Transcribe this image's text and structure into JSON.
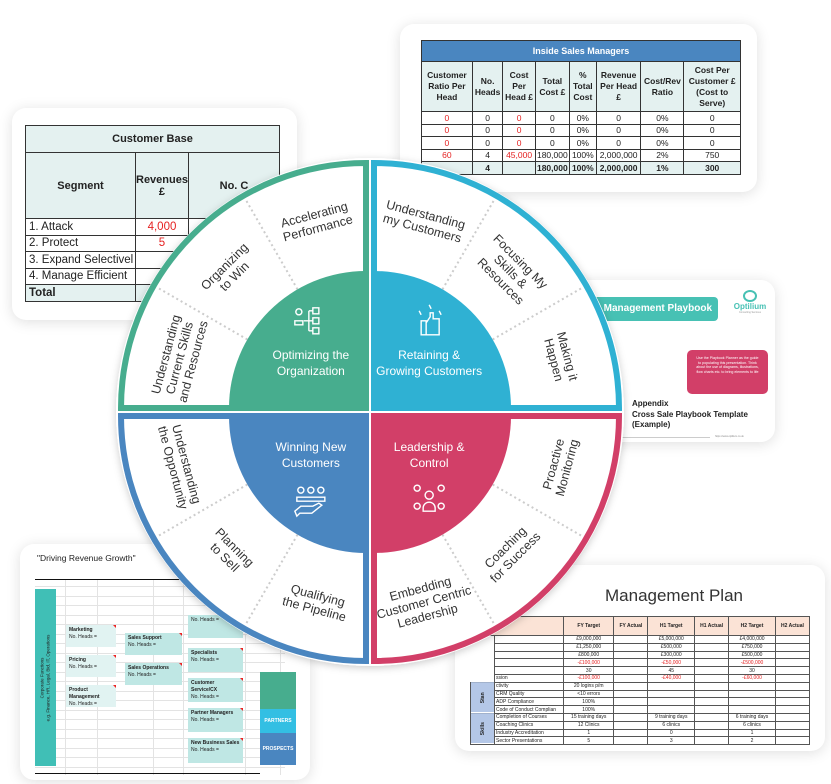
{
  "inside_sales": {
    "title": "Inside Sales Managers",
    "headers": [
      "Customer Ratio Per Head",
      "No. Heads",
      "Cost Per Head £",
      "Total Cost £",
      "% Total Cost",
      "Revenue Per Head £",
      "Cost/Rev Ratio",
      "Cost Per Customer £ (Cost to Serve)"
    ],
    "rows": [
      [
        "0",
        "0",
        "0",
        "0",
        "0%",
        "0",
        "0%",
        "0"
      ],
      [
        "0",
        "0",
        "0",
        "0",
        "0%",
        "0",
        "0%",
        "0"
      ],
      [
        "0",
        "0",
        "0",
        "0",
        "0%",
        "0",
        "0%",
        "0"
      ],
      [
        "60",
        "4",
        "45,000",
        "180,000",
        "100%",
        "2,000,000",
        "2%",
        "750"
      ]
    ],
    "total": [
      "",
      "4",
      "",
      "180,000",
      "100%",
      "2,000,000",
      "1%",
      "300"
    ]
  },
  "customer_base": {
    "title": "Customer Base",
    "headers": [
      "Segment",
      "Revenues £",
      "No. C"
    ],
    "rows": [
      [
        "1. Attack",
        "4,000"
      ],
      [
        "2. Protect",
        "5"
      ],
      [
        "3. Expand Selectivel",
        ""
      ],
      [
        "4. Manage Efficient",
        ""
      ]
    ],
    "total_label": "Total"
  },
  "playbook": {
    "banner": "Management Playbook",
    "logo": "Optilium",
    "logo_sub": "Consulting Services",
    "note": "Use the Playbook Planner as the guide to populating this presentation. Think about the use of diagrams, illustrations, flow charts etc. to bring elements to life",
    "appendix": "Appendix",
    "template": "Cross Sale Playbook Template (Example)",
    "url": "https://www.optilium.co.uk"
  },
  "plan": {
    "title": "Management Plan",
    "headers": [
      "",
      "FY Target",
      "FY Actual",
      "H1 Target",
      "H1 Actual",
      "H2 Target",
      "H2 Actual"
    ],
    "rows": [
      [
        "",
        "£9,000,000",
        "",
        "£5,000,000",
        "",
        "£4,000,000",
        ""
      ],
      [
        "",
        "£1,250,000",
        "",
        "£500,000",
        "",
        "£750,000",
        ""
      ],
      [
        "",
        "£800,000",
        "",
        "£300,000",
        "",
        "£500,000",
        ""
      ],
      [
        "",
        "-£100,000",
        "",
        "-£50,000",
        "",
        "-£500,000",
        ""
      ],
      [
        "",
        "30",
        "",
        "45",
        "",
        "30",
        ""
      ],
      [
        "ssion",
        "-£100,000",
        "",
        "-£40,000",
        "",
        "-£60,000",
        ""
      ],
      [
        "ctivity",
        "20 logins p/m",
        "",
        "",
        "",
        "",
        ""
      ],
      [
        "CRM Quality",
        "<10 errors",
        "",
        "",
        "",
        "",
        ""
      ],
      [
        "ADP Compliance",
        "100%",
        "",
        "",
        "",
        "",
        ""
      ],
      [
        "Code of Conduct Complian",
        "100%",
        "",
        "",
        "",
        "",
        ""
      ],
      [
        "Completion of Courses",
        "15 training days",
        "",
        "9 training days",
        "",
        "6 training days",
        ""
      ],
      [
        "Coaching Clinics",
        "12 Clinics",
        "",
        "6 clinics",
        "",
        "6 clinics",
        ""
      ],
      [
        "Industry Accreditation",
        "1",
        "",
        "0",
        "",
        "1",
        ""
      ],
      [
        "Sector Presentations",
        "5",
        "",
        "3",
        "",
        "2",
        ""
      ]
    ],
    "groups": [
      "Stan",
      "Skills"
    ]
  },
  "org": {
    "title": "\"Driving Revenue Growth\"",
    "side_title": "Corporate Functions",
    "side_sub": "e.g. Finance, HR, Legal, Bid, IT, Operations",
    "heads": "No. Heads =",
    "boxes": [
      "Marketing",
      "Pricing",
      "Product Management",
      "Sales Support",
      "Sales Operations",
      "",
      "Specialists",
      "Customer Service/CX",
      "Partner Managers",
      "New Business  Sales"
    ],
    "bands": [
      "PARTNERS",
      "PROSPECTS"
    ]
  },
  "wheel": {
    "colors": {
      "green": "#47ad8e",
      "cyan": "#2fb1d3",
      "blue": "#4a86c0",
      "pink": "#d23f68"
    },
    "quadrants": [
      {
        "title": [
          "Optimizing the",
          "Organization"
        ],
        "icon": "org-chart-icon",
        "segments": [
          [
            "Understanding",
            "Current Skills",
            "and Resources"
          ],
          [
            "Organizing",
            "to Win"
          ],
          [
            "Accelerating",
            "Performance"
          ]
        ]
      },
      {
        "title": [
          "Retaining &",
          "Growing Customers"
        ],
        "icon": "thumbs-up-stars-icon",
        "segments": [
          [
            "Understanding",
            "my Customers"
          ],
          [
            "Focusing My",
            "Skills &",
            "Resources"
          ],
          [
            "Making it",
            "Happen"
          ]
        ]
      },
      {
        "title": [
          "Leadership &",
          "Control"
        ],
        "icon": "team-leader-icon",
        "segments": [
          [
            "Proactive",
            "Monitoring"
          ],
          [
            "Coaching",
            "for Success"
          ],
          [
            "Embedding",
            "Customer Centric",
            "Leadership"
          ]
        ]
      },
      {
        "title": [
          "Winning New",
          "Customers"
        ],
        "icon": "hand-people-icon",
        "segments": [
          [
            "Qualifying",
            "the Pipeline"
          ],
          [
            "Planning",
            "to Sell"
          ],
          [
            "Understanding",
            "the Opportunity"
          ]
        ]
      }
    ]
  }
}
